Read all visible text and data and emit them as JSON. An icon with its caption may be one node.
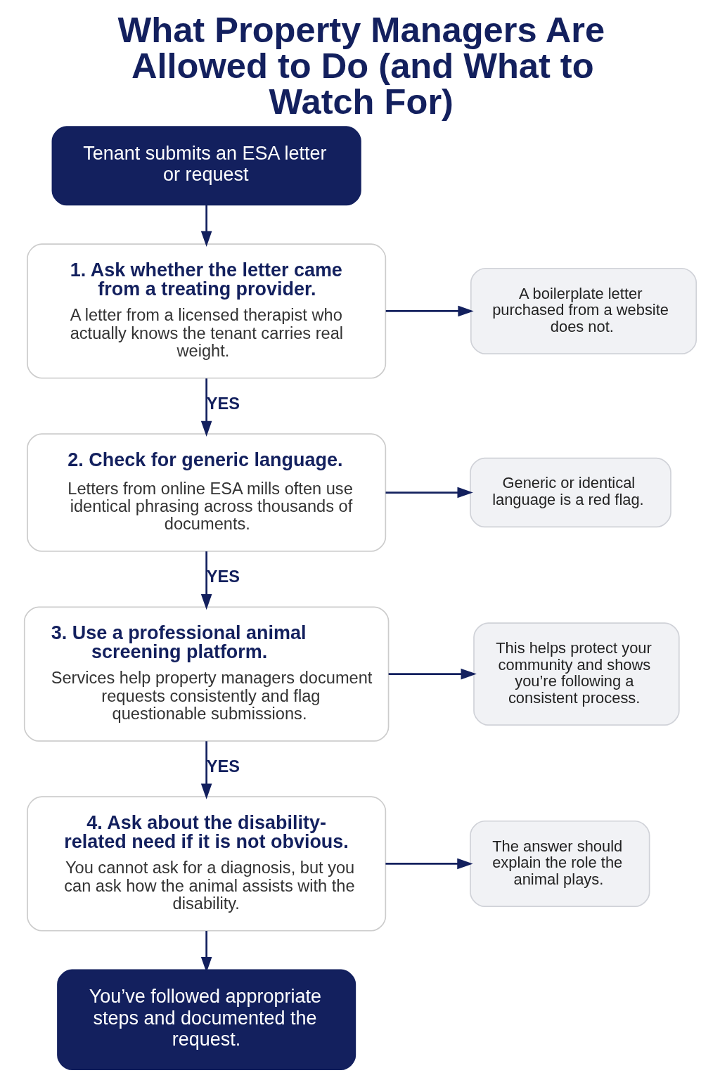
{
  "diagram": {
    "title": "What Property Managers Are Allowed to Do (and What to Watch For)",
    "nodes": [
      {
        "text": [
          "Tenant submits an ESA letter or request"
        ]
      },
      {
        "text": [
          "1. Ask whether the letter came from a treating provider.",
          "A letter from a licensed therapist who actually knows the tenant carries real weight."
        ]
      },
      {
        "text": [
          "A boilerplate letter purchased from a website does not."
        ]
      },
      {
        "text": [
          "2. Check for generic language.",
          "Letters from online ESA mills often use identical phrasing across thousands of documents."
        ]
      },
      {
        "text": [
          "Generic or identical language is a red flag."
        ]
      },
      {
        "text": [
          "3. Use a professional animal screening platform.",
          "Services help property managers document requests consistently and flag questionable submissions."
        ]
      },
      {
        "text": [
          "This helps protect your community and shows you’re following a consistent process."
        ]
      },
      {
        "text": [
          "4. Ask about the disability-related need if it is not obvious.",
          "You cannot ask for a diagnosis, but you can ask how the animal assists with the disability."
        ]
      },
      {
        "text": [
          "The answer should explain the role the animal plays."
        ]
      },
      {
        "text": [
          "You’ve followed appropriate steps and documented the request."
        ]
      }
    ],
    "edges": [
      {
        "from": 0,
        "to": 1,
        "arrow": "to"
      },
      {
        "from": 1,
        "to": 2,
        "arrow": "to"
      },
      {
        "from": 1,
        "to": 3,
        "arrow": "to",
        "label": "YES"
      },
      {
        "from": 3,
        "to": 4,
        "arrow": "to"
      },
      {
        "from": 3,
        "to": 5,
        "arrow": "to",
        "label": "YES"
      },
      {
        "from": 5,
        "to": 6,
        "arrow": "to"
      },
      {
        "from": 5,
        "to": 7,
        "arrow": "to",
        "label": "YES"
      },
      {
        "from": 7,
        "to": 8,
        "arrow": "to"
      },
      {
        "from": 7,
        "to": 9,
        "arrow": "to"
      }
    ]
  }
}
